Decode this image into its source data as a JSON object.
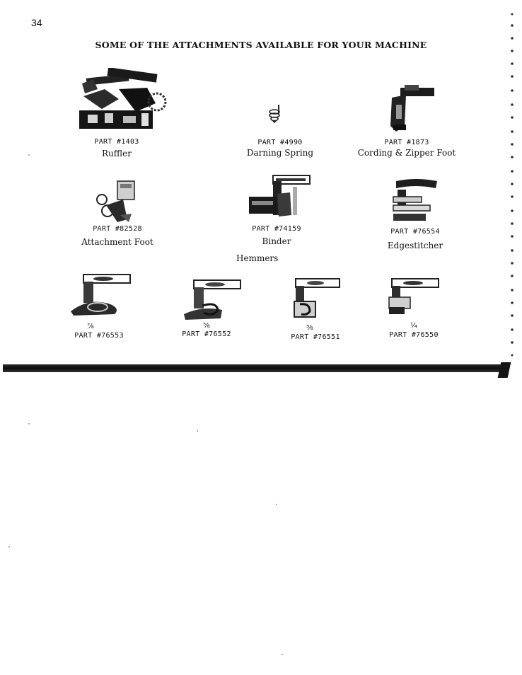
{
  "page": {
    "number": "34",
    "title": "SOME OF THE ATTACHMENTS AVAILABLE FOR YOUR MACHINE"
  },
  "attachments": [
    {
      "part": "PART #1403",
      "name": "Ruffler"
    },
    {
      "part": "PART #4990",
      "name": "Darning Spring"
    },
    {
      "part": "PART #1873",
      "name": "Cording & Zipper Foot"
    },
    {
      "part": "PART #82528",
      "name": "Attachment Foot"
    },
    {
      "part": "PART #74159",
      "name": "Binder"
    },
    {
      "part": "PART #76554",
      "name": "Edgestitcher"
    }
  ],
  "hemmers": {
    "label": "Hemmers",
    "items": [
      {
        "size": "⅞",
        "part": "PART #76553"
      },
      {
        "size": "⅝",
        "part": "PART #76552"
      },
      {
        "size": "⅜",
        "part": "PART #76551"
      },
      {
        "size": "¼",
        "part": "PART #76550"
      }
    ]
  },
  "colors": {
    "ink": "#111111",
    "paper": "#ffffff",
    "rule": "#151515"
  },
  "icons": [
    "ruffler-illustration",
    "darning-spring-illustration",
    "cording-zipper-foot-illustration",
    "attachment-foot-illustration",
    "binder-illustration",
    "edgestitcher-illustration",
    "hemmer-illustration"
  ]
}
